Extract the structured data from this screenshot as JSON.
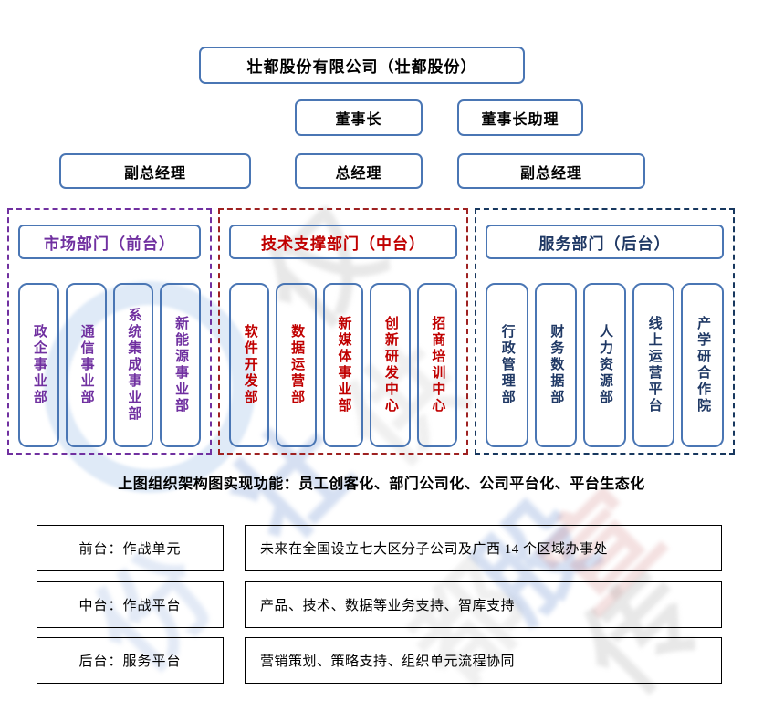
{
  "org": {
    "company": "壮都股份有限公司（壮都股份）",
    "level2": [
      "董事长",
      "董事长助理"
    ],
    "level3": [
      "副总经理",
      "总经理",
      "副总经理"
    ],
    "groups": [
      {
        "title": "市场部门（前台）",
        "accent_color": "#7030a0",
        "departments": [
          "政企事业部",
          "通信事业部",
          "系统集成事业部",
          "新能源事业部"
        ]
      },
      {
        "title": "技术支撑部门（中台）",
        "accent_color": "#c00000",
        "border_color": "#9e2121",
        "departments": [
          "软件开发部",
          "数据运营部",
          "新媒体事业部",
          "创新研发中心",
          "招商培训中心"
        ]
      },
      {
        "title": "服务部门（后台）",
        "accent_color": "#1f3864",
        "border_color": "#17375e",
        "departments": [
          "行政管理部",
          "财务数据部",
          "人力资源部",
          "线上运营平台",
          "产学研合作院"
        ]
      }
    ],
    "box_border_color": "#4a76b4"
  },
  "caption": "上图组织架构图实现功能：员工创客化、部门公司化、公司平台化、平台生态化",
  "table": {
    "rows": [
      {
        "label": "前台：作战单元",
        "description": "未来在全国设立七大区分子公司及广西 14 个区域办事处"
      },
      {
        "label": "中台：作战平台",
        "description": "产品、技术、数据等业务支持、智库支持"
      },
      {
        "label": "后台：服务平台",
        "description": "营销策划、策略支持、组织单元流程协同"
      }
    ],
    "border_color": "#000000"
  },
  "watermark": {
    "glyphs": [
      "仅",
      "供",
      "壮",
      "都",
      "股",
      "份",
      "宣",
      "传"
    ],
    "colors": {
      "blue": "#4472c4",
      "gray": "#8c8c8c",
      "pink": "#c0504d",
      "circle": "#8db3e2"
    }
  }
}
